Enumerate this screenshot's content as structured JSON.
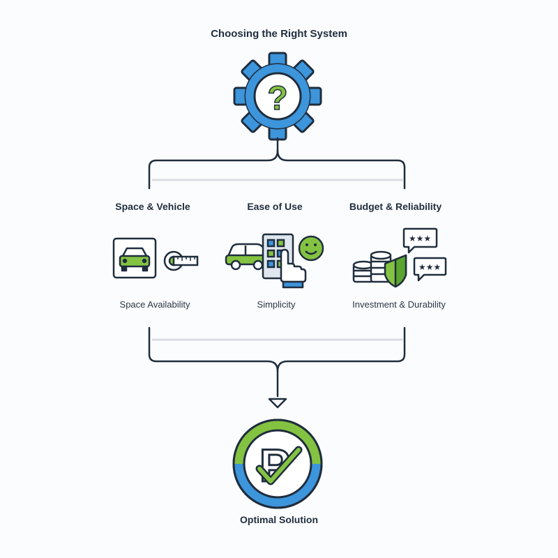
{
  "title": "Choosing the Right System",
  "center_symbol": "?",
  "columns": [
    {
      "heading": "Space & Vehicle",
      "caption": "Space Availability",
      "icons": [
        "car-icon",
        "tape-measure-icon"
      ]
    },
    {
      "heading": "Ease of Use",
      "caption": "Simplicity",
      "icons": [
        "car-side-icon",
        "control-panel-icon",
        "hand-pointer-icon",
        "smiley-icon"
      ]
    },
    {
      "heading": "Budget & Reliability",
      "caption": "Investment & Durability",
      "icons": [
        "coin-stack-icon",
        "shield-check-icon",
        "star-review-icon"
      ]
    }
  ],
  "outcome": {
    "label": "Optimal Solution",
    "symbol": "P",
    "icon": "parking-check-icon"
  },
  "colors": {
    "outline": "#1f2d3d",
    "blue": "#3d95db",
    "green": "#84c341",
    "rule": "#d9dde2"
  }
}
